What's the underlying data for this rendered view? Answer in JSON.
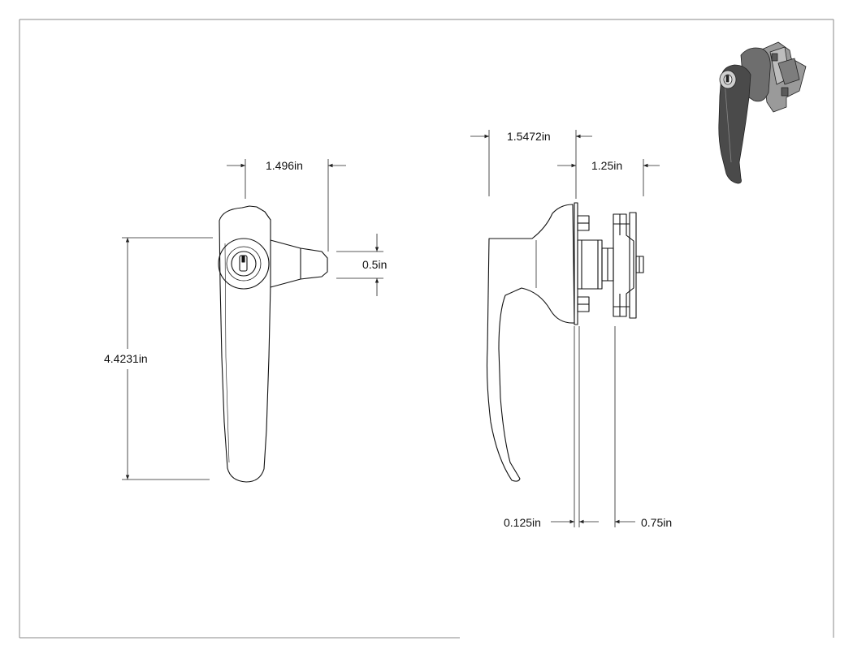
{
  "colors": {
    "line": "#111111",
    "dimension": "#222222",
    "frame": "#888888",
    "background": "#ffffff",
    "iso_dark": "#3a3a3a",
    "iso_light": "#8a8a8a"
  },
  "front_view": {
    "width_label": "1.496in",
    "height_label": "4.4231in",
    "boss_label": "0.5in"
  },
  "side_view": {
    "depth_label": "1.5472in",
    "cam_offset_label": "1.25in",
    "plate_label": "0.125in",
    "cam_gap_label": "0.75in"
  }
}
